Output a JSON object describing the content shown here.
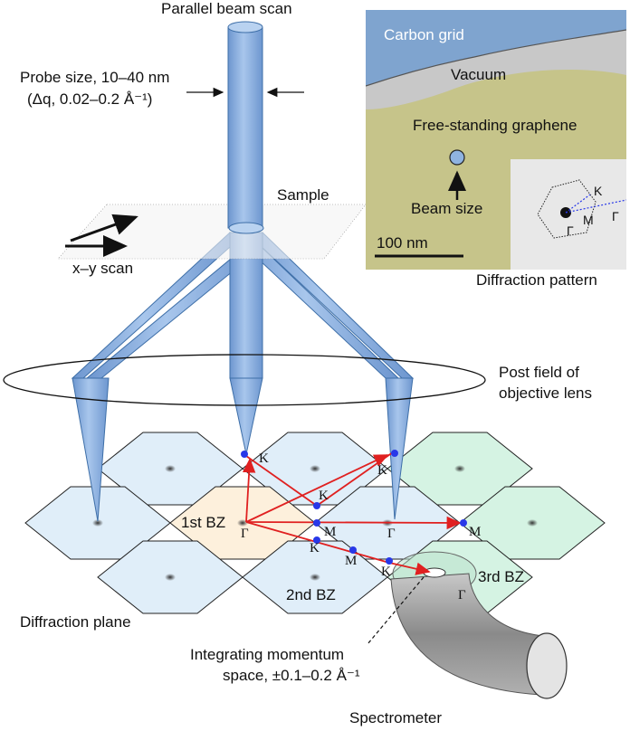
{
  "labels": {
    "top_title": "Parallel beam scan",
    "probe_line1": "Probe size, 10–40 nm",
    "probe_line2": "(Δq, 0.02–0.2 Å⁻¹)",
    "sample": "Sample",
    "xy_scan": "x–y scan",
    "post_field_line1": "Post field of",
    "post_field_line2": "objective lens",
    "diffraction_plane": "Diffraction plane",
    "integrating_line1": "Integrating momentum",
    "integrating_line2": "space, ±0.1–0.2 Å⁻¹",
    "spectrometer": "Spectrometer",
    "bz1": "1st BZ",
    "bz2": "2nd BZ",
    "bz3": "3rd BZ"
  },
  "inset": {
    "carbon_grid": "Carbon grid",
    "vacuum": "Vacuum",
    "graphene": "Free-standing graphene",
    "beam_size": "Beam size",
    "scale": "100 nm",
    "diffraction_pattern": "Diffraction pattern",
    "pattern_points": {
      "K": "K",
      "M": "M",
      "Gamma": "Γ"
    }
  },
  "points": {
    "K": "K",
    "M": "M",
    "Gamma": "Γ"
  },
  "colors": {
    "beam": "#8fb3e0",
    "beam_edge": "#3e6fa8",
    "hex_blue": "#e0eef9",
    "hex_green": "#d5f3e3",
    "hex_center": "#fdf0dc",
    "arrow": "#e02020",
    "point": "#2838e8",
    "carbon": "#7fa4cf",
    "vacuum": "#c8c8c8",
    "graphene": "#c6c48a"
  }
}
